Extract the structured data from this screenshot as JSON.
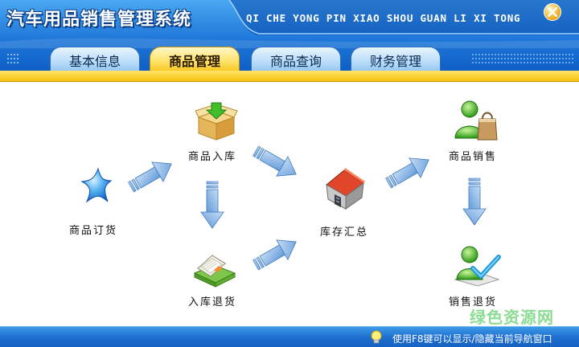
{
  "header": {
    "title": "汽车用品销售管理系统",
    "pinyin": "QI CHE YONG PIN XIAO SHOU GUAN LI XI TONG"
  },
  "tabs": [
    {
      "label": "基本信息",
      "active": false
    },
    {
      "label": "商品管理",
      "active": true
    },
    {
      "label": "商品查询",
      "active": false
    },
    {
      "label": "财务管理",
      "active": false
    }
  ],
  "diagram": {
    "order": {
      "label": "商品订货",
      "icon": "star-icon"
    },
    "stock_in": {
      "label": "商品入库",
      "icon": "box-download-icon"
    },
    "stock_return": {
      "label": "入库退货",
      "icon": "books-icon"
    },
    "inventory": {
      "label": "库存汇总",
      "icon": "house-icon"
    },
    "sales": {
      "label": "商品销售",
      "icon": "user-shopping-bag-icon"
    },
    "sales_return": {
      "label": "销售退货",
      "icon": "user-checkmark-icon"
    }
  },
  "footer": {
    "status": "使用F8键可以显示/隐藏当前导航窗口"
  },
  "watermark": "绿色资源网",
  "colors": {
    "header_blue": "#1d76d8",
    "tab_active": "#ffe36b",
    "arrow_fill": "#7fb2e5",
    "yellow_bar": "#f6c20c"
  }
}
